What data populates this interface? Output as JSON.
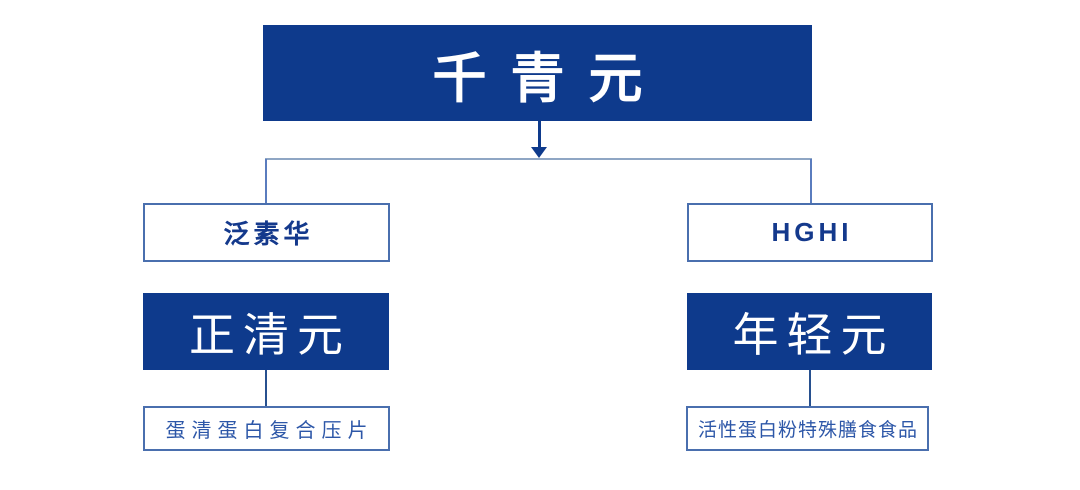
{
  "diagram": {
    "type": "org-hierarchy-flowchart",
    "root": {
      "label": "千青元"
    },
    "branches": [
      {
        "company": "泛素华",
        "brand": "正清元",
        "product": "蛋清蛋白复合压片"
      },
      {
        "company": "HGHI",
        "brand": "年轻元",
        "product": "活性蛋白粉特殊膳食食品"
      }
    ],
    "icons": [
      {
        "name": "arrow-down-icon",
        "meaning": "root connects down to branches"
      }
    ]
  },
  "colors": {
    "primary": "#0e3a8c",
    "text-blue": "#14398c",
    "product-text": "#2d57a8",
    "box-border": "#4a6fae",
    "bracket-h": "#8fa6c4",
    "bracket-v": "#5a7cbe",
    "connector": "#27508f",
    "bg": "#ffffff"
  }
}
